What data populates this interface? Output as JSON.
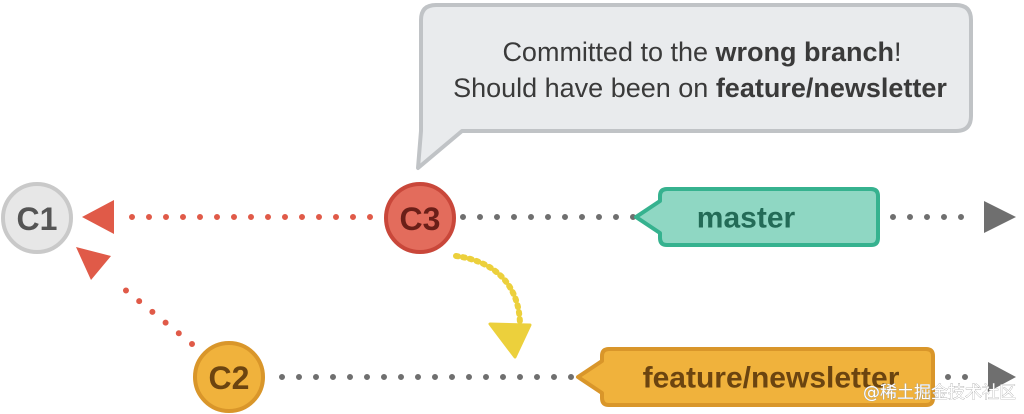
{
  "callout": {
    "line1_prefix": "Committed to the ",
    "line1_bold": "wrong branch",
    "line1_suffix": "!",
    "line2_prefix": "Should have been on ",
    "line2_bold": "feature/newsletter"
  },
  "commits": {
    "c1": "C1",
    "c2": "C2",
    "c3": "C3"
  },
  "branches": {
    "master": "master",
    "feature": "feature/newsletter"
  },
  "watermark": "@稀土掘金技术社区",
  "colors": {
    "c1_fill": "#e7e7e7",
    "c1_stroke": "#c9c9c9",
    "c1_text": "#555555",
    "c3_fill": "#e36c5c",
    "c3_stroke": "#c9473a",
    "c3_text": "#6a1f18",
    "c2_fill": "#f0b23c",
    "c2_stroke": "#d9962a",
    "c2_text": "#6b4410",
    "master_fill": "#8fd7c3",
    "master_stroke": "#36b28f",
    "master_text": "#236b57",
    "feature_fill": "#f0b23c",
    "feature_stroke": "#d9962a",
    "feature_text": "#6b4410",
    "red_dots": "#e05a48",
    "gray_dots": "#6f6f6f",
    "move_arrow": "#ecd03c",
    "callout_fill": "#e9ebed",
    "callout_stroke": "#c0c3c6"
  }
}
